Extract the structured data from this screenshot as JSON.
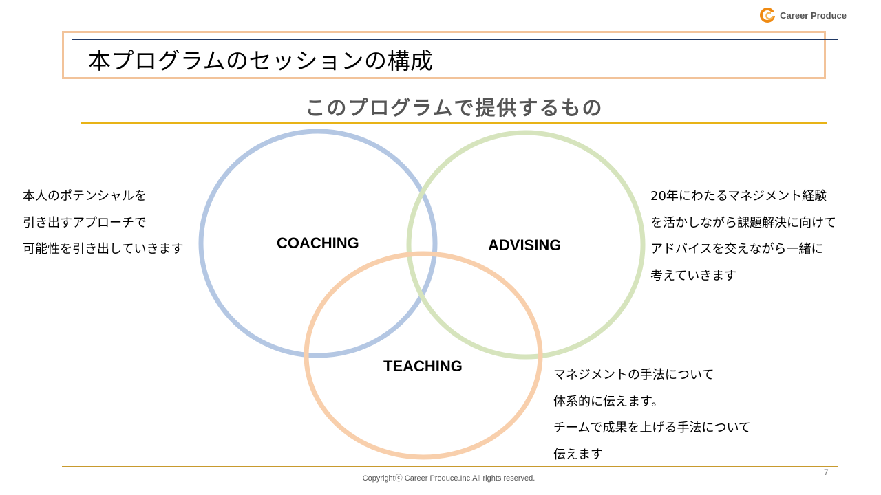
{
  "logo": {
    "text": "Career Produce"
  },
  "slide": {
    "title": "本プログラムのセッションの構成",
    "subtitle": "このプログラムで提供するもの"
  },
  "venn": {
    "circles": [
      {
        "label": "COACHING",
        "color": "#b4c7e3"
      },
      {
        "label": "ADVISING",
        "color": "#d6e4bd"
      },
      {
        "label": "TEACHING",
        "color": "#f8cfac"
      }
    ]
  },
  "descriptions": {
    "coaching": [
      "本人のポテンシャルを",
      "引き出すアプローチで",
      "可能性を引き出していきます"
    ],
    "advising": [
      "20年にわたるマネジメント経験",
      "を活かしながら課題解決に向けて",
      "アドバイスを交えながら一緒に",
      "考えていきます"
    ],
    "teaching": [
      "マネジメントの手法について",
      "体系的に伝えます。",
      "チームで成果を上げる手法について",
      "伝えます"
    ]
  },
  "colors": {
    "accent_gold": "#e8b316",
    "title_frame_orange": "#f2c39a",
    "title_frame_navy": "#1f3864",
    "logo_orange": "#ef8a12"
  },
  "footer": {
    "copyright": "Copyrightⓒ Career Produce.Inc.All rights reserved.",
    "page": "7"
  }
}
